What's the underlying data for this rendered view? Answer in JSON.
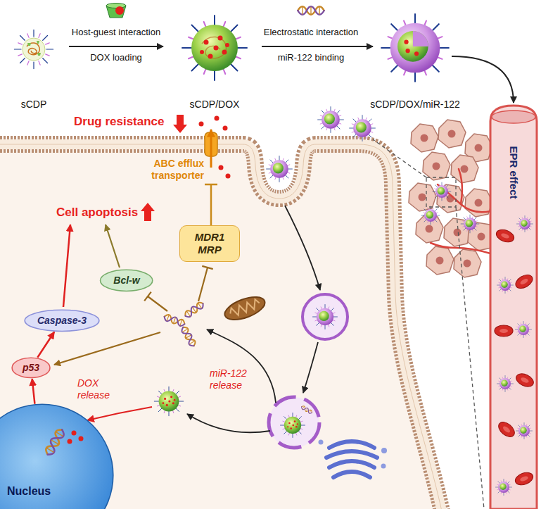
{
  "diagram": {
    "nodes": [
      {
        "text": [
          "MDR1 MRP"
        ]
      },
      {
        "text": [
          "Bcl-w"
        ]
      },
      {
        "text": [
          "Caspase-3"
        ]
      },
      {
        "text": [
          "p53"
        ]
      },
      {
        "text": [
          "Nucleus"
        ]
      }
    ],
    "edges": [
      {
        "from": 4,
        "to": 3,
        "arrow": "to"
      },
      {
        "from": 3,
        "to": 2,
        "arrow": "to"
      }
    ],
    "labels": [
      "sCDP",
      "Host-guest interaction",
      "DOX loading",
      "sCDP/DOX",
      "Electrostatic interaction",
      "miR-122 binding",
      "sCDP/DOX/miR-122",
      "Drug resistance",
      "ABC efflux transporter",
      "Cell apoptosis",
      "DOX release",
      "miR-122 release",
      "EPR effect"
    ]
  }
}
